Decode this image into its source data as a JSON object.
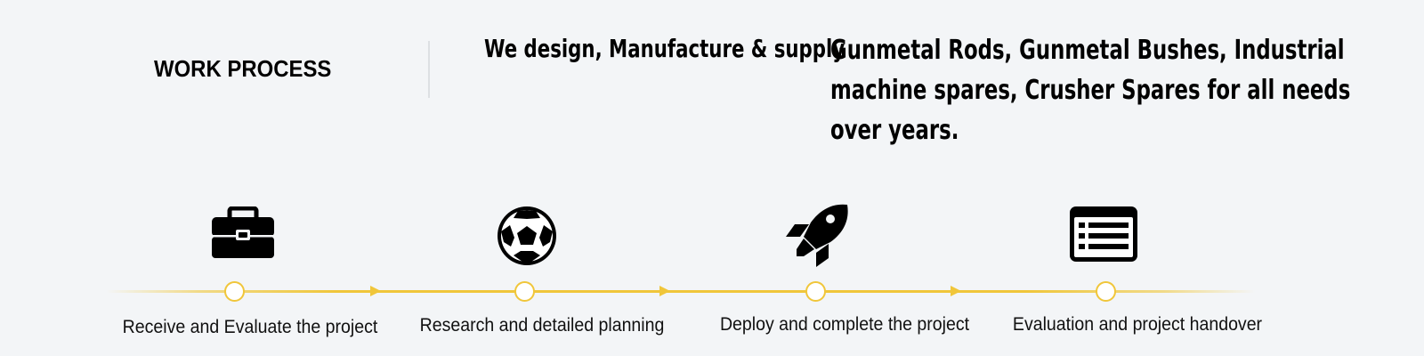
{
  "header": {
    "section_title": "WORK PROCESS",
    "intro_lead": "We design, Manufacture & supply",
    "intro_lines": [
      "Gunmetal Rods, Gunmetal Bushes, Industrial",
      "machine spares, Crusher Spares for all needs",
      "over years."
    ]
  },
  "steps": [
    {
      "icon": "briefcase-icon",
      "label": "Receive and Evaluate the project"
    },
    {
      "icon": "soccer-ball-icon",
      "label": "Research and detailed planning"
    },
    {
      "icon": "rocket-icon",
      "label": "Deploy and complete the project"
    },
    {
      "icon": "list-window-icon",
      "label": "Evaluation and project handover"
    }
  ],
  "colors": {
    "background": "#f3f5f7",
    "accent": "#f0c63a",
    "text": "#000000"
  }
}
